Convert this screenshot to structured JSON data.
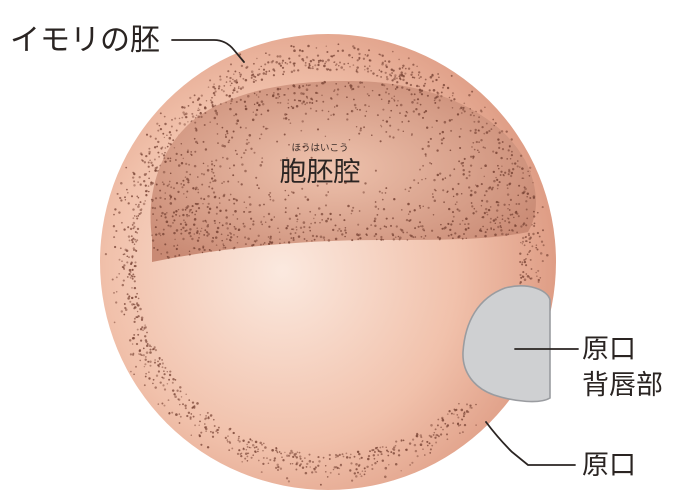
{
  "diagram": {
    "labels": {
      "embryo": "イモリの胚",
      "blastocoel": "胞胚腔",
      "blastocoel_reading": "ほうはいこう",
      "dorsal_lip": [
        "原口",
        "背唇部"
      ],
      "blastopore": "原口"
    },
    "colors": {
      "embryo_light": "#fbe9df",
      "embryo_mid": "#f1c1ab",
      "embryo_edge": "#dd9a82",
      "cavity_center": "#eec2ad",
      "cavity_edge": "#c98a74",
      "stipple": "#7a4536",
      "dorsal_lip_fill": "#cfd0d2",
      "dorsal_lip_stroke": "#9a9ca0",
      "leader_line": "#2a2422"
    }
  }
}
